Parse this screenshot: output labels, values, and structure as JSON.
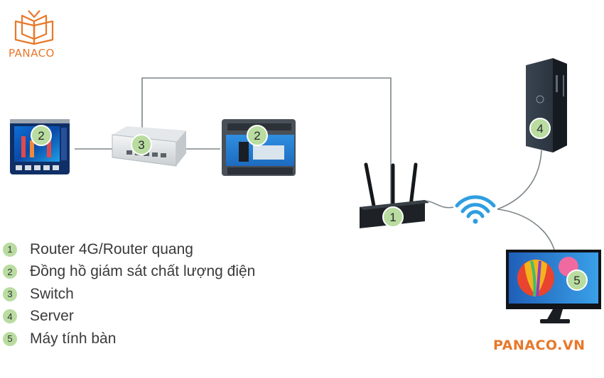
{
  "brand": {
    "name": "PANACO",
    "website": "PANACO.VN"
  },
  "colors": {
    "brand_orange": "#e8782a",
    "badge_green": "#b9dca0",
    "wire": "#7d8589",
    "wifi_blue": "#2f9ee0"
  },
  "icons": {
    "logo": "open-book-logo-icon",
    "wifi": "wifi-icon"
  },
  "devices": [
    {
      "id": "meter-left",
      "badge": "2",
      "icon": "power-quality-meter-icon"
    },
    {
      "id": "switch",
      "badge": "3",
      "icon": "network-switch-icon"
    },
    {
      "id": "meter-right",
      "badge": "2",
      "icon": "din-rail-meter-icon"
    },
    {
      "id": "router",
      "badge": "1",
      "icon": "router-icon"
    },
    {
      "id": "server",
      "badge": "4",
      "icon": "server-tower-icon"
    },
    {
      "id": "monitor",
      "badge": "5",
      "icon": "desktop-monitor-icon"
    }
  ],
  "legend": [
    {
      "num": "1",
      "label": "Router 4G/Router quang"
    },
    {
      "num": "2",
      "label": "Đồng hồ giám sát chất lượng điện"
    },
    {
      "num": "3",
      "label": "Switch"
    },
    {
      "num": "4",
      "label": "Server"
    },
    {
      "num": "5",
      "label": "Máy tính bàn"
    }
  ]
}
